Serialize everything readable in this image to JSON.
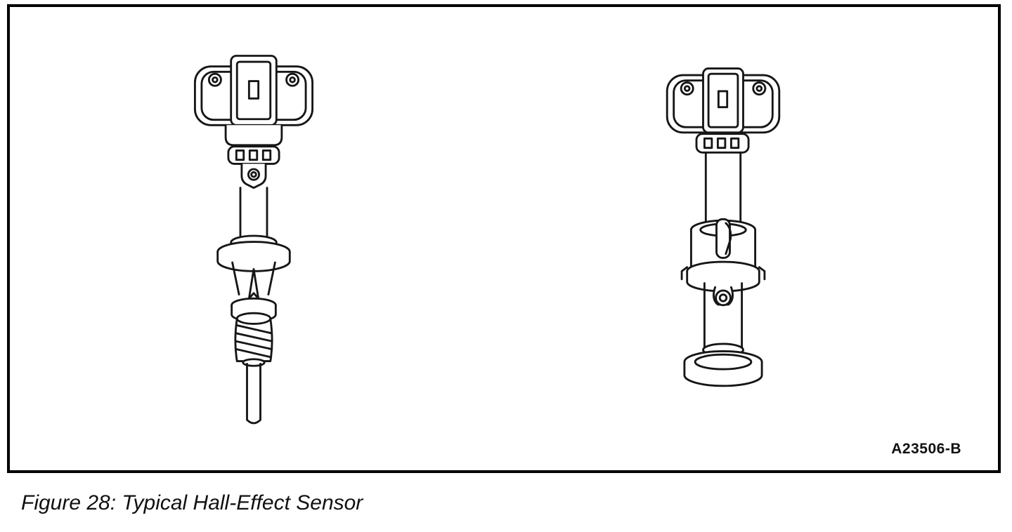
{
  "figure": {
    "reference_code": "A23506-B",
    "caption": "Figure 28: Typical Hall-Effect Sensor",
    "illustrations": [
      {
        "name": "hall-effect-sensor-gear-drive-illustration"
      },
      {
        "name": "hall-effect-sensor-vane-body-illustration"
      }
    ],
    "colors": {
      "line": "#161616",
      "border": "#000000",
      "background": "#ffffff"
    }
  }
}
